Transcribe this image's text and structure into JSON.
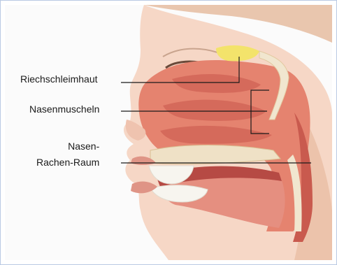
{
  "labels": {
    "riechschleimhaut": "Riechschleimhaut",
    "nasenmuscheln": "Nasenmuscheln",
    "rachen_line1": "Nasen-",
    "rachen_line2": "Rachen-Raum"
  },
  "colors": {
    "frame_border": "#b9c9e4",
    "skin": "#f6d7c6",
    "mucosa": "#e5836f",
    "mucosa_dark": "#cf5f50",
    "bone": "#f1e6cf",
    "olfactory": "#f3e36b",
    "teeth": "#f7f5ef",
    "lip": "#df9486"
  }
}
